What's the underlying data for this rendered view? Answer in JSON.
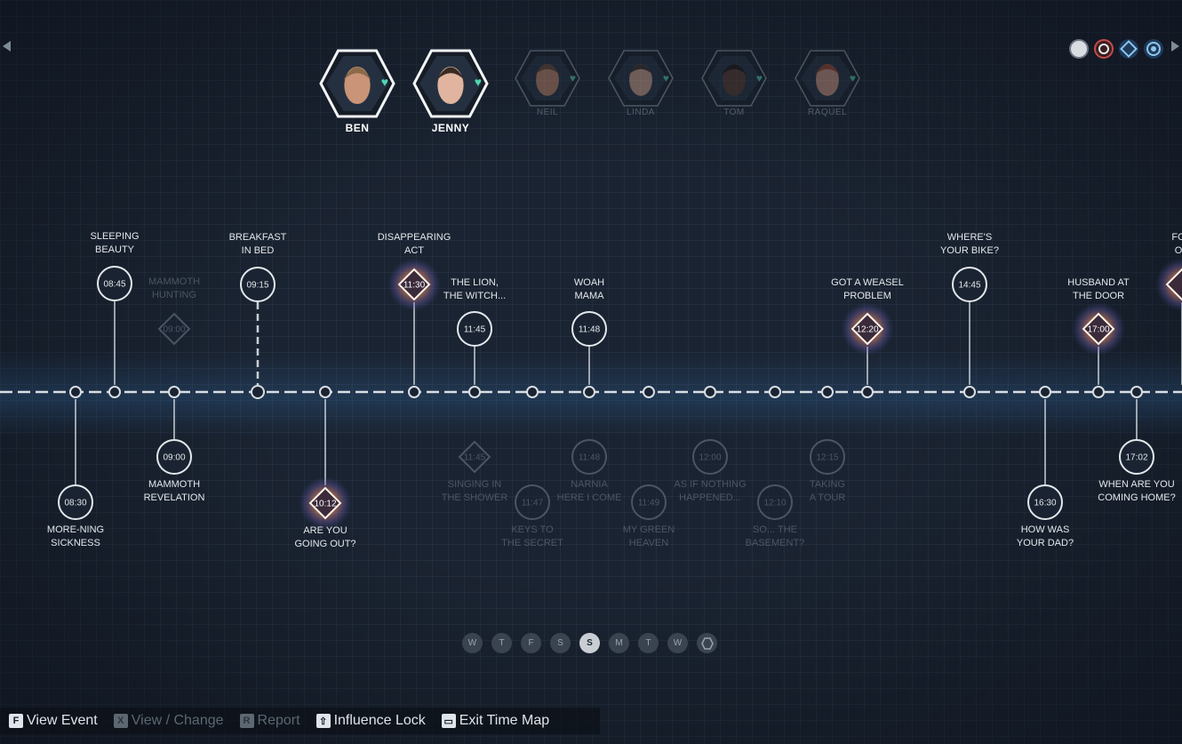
{
  "characters": [
    {
      "name": "BEN",
      "selected": true
    },
    {
      "name": "JENNY",
      "selected": true
    },
    {
      "name": "NEIL",
      "selected": false
    },
    {
      "name": "LINDA",
      "selected": false
    },
    {
      "name": "TOM",
      "selected": false
    },
    {
      "name": "RAQUEL",
      "selected": false
    }
  ],
  "events": [
    {
      "id": "e1",
      "time": "08:30",
      "title": [
        "MORE-NING",
        "SICKNESS"
      ]
    },
    {
      "id": "e2",
      "time": "08:45",
      "title": [
        "SLEEPING",
        "BEAUTY"
      ]
    },
    {
      "id": "e3",
      "time": "09:00",
      "title": [
        "MAMMOTH",
        "HUNTING"
      ]
    },
    {
      "id": "e4",
      "time": "09:00",
      "title": [
        "MAMMOTH",
        "REVELATION"
      ]
    },
    {
      "id": "e5",
      "time": "09:15",
      "title": [
        "BREAKFAST",
        "IN BED"
      ]
    },
    {
      "id": "e6",
      "time": "10:12",
      "title": [
        "ARE YOU",
        "GOING OUT?"
      ]
    },
    {
      "id": "e7",
      "time": "11:30",
      "title": [
        "DISAPPEARING",
        "ACT"
      ]
    },
    {
      "id": "e8",
      "time": "11:45",
      "title": [
        "THE LION,",
        "THE WITCH..."
      ]
    },
    {
      "id": "e9",
      "time": "11:45",
      "title": [
        "SINGING IN",
        "THE SHOWER"
      ]
    },
    {
      "id": "e10",
      "time": "11:47",
      "title": [
        "KEYS TO",
        "THE SECRET"
      ]
    },
    {
      "id": "e11",
      "time": "11:48",
      "title": [
        "WOAH",
        "MAMA"
      ]
    },
    {
      "id": "e12",
      "time": "11:48",
      "title": [
        "NARNIA",
        "HERE I COME"
      ]
    },
    {
      "id": "e13",
      "time": "11:49",
      "title": [
        "MY GREEN",
        "HEAVEN"
      ]
    },
    {
      "id": "e14",
      "time": "12:00",
      "title": [
        "AS IF NOTHING",
        "HAPPENED..."
      ]
    },
    {
      "id": "e15",
      "time": "12:10",
      "title": [
        "SO... THE",
        "BASEMENT?"
      ]
    },
    {
      "id": "e16",
      "time": "12:15",
      "title": [
        "TAKING",
        "A TOUR"
      ]
    },
    {
      "id": "e17",
      "time": "12:20",
      "title": [
        "GOT A WEASEL",
        "PROBLEM"
      ]
    },
    {
      "id": "e18",
      "time": "14:45",
      "title": [
        "WHERE'S",
        "YOUR BIKE?"
      ]
    },
    {
      "id": "e19",
      "time": "16:30",
      "title": [
        "HOW WAS",
        "YOUR DAD?"
      ]
    },
    {
      "id": "e20",
      "time": "17:00",
      "title": [
        "HUSBAND AT",
        "THE DOOR"
      ]
    },
    {
      "id": "e21",
      "time": "17:02",
      "title": [
        "WHEN ARE YOU",
        "COMING HOME?"
      ]
    },
    {
      "id": "e22",
      "time": "",
      "title": [
        "FOR",
        "OR"
      ]
    }
  ],
  "days": [
    "W",
    "T",
    "F",
    "S",
    "S",
    "M",
    "T",
    "W"
  ],
  "active_day_index": 4,
  "controls": [
    {
      "key": "F",
      "label": "View Event",
      "enabled": true
    },
    {
      "key": "X",
      "label": "View / Change",
      "enabled": false
    },
    {
      "key": "R",
      "label": "Report",
      "enabled": false
    },
    {
      "key": "⇧",
      "label": "Influence Lock",
      "enabled": true
    },
    {
      "key": "▭",
      "label": "Exit Time Map",
      "enabled": true
    }
  ],
  "colors": {
    "background": "#1a2331",
    "accent_glow": "#f6b58a",
    "heart": "#4fd6b0",
    "timeline": "#d9dee3"
  },
  "icons": {
    "prev": "left-arrow-icon",
    "next": "right-arrow-icon",
    "heart": "heart-icon"
  }
}
